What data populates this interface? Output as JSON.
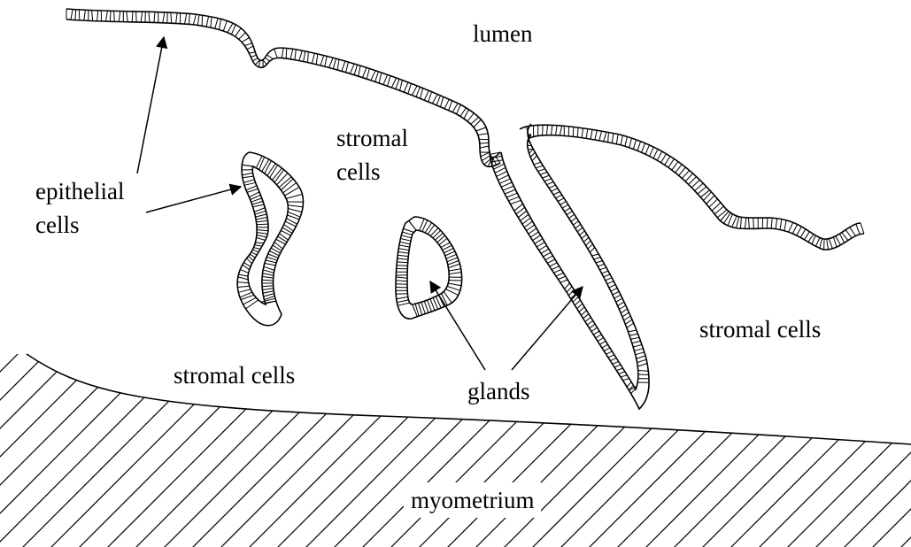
{
  "labels": {
    "lumen": "lumen",
    "stromal_upper_line1": "stromal",
    "stromal_upper_line2": "cells",
    "epithelial_line1": "epithelial",
    "epithelial_line2": "cells",
    "stromal_right": "stromal cells",
    "stromal_left": "stromal cells",
    "glands": "glands",
    "myometrium": "myometrium"
  },
  "colors": {
    "ink": "#000000",
    "background": "#ffffff"
  }
}
